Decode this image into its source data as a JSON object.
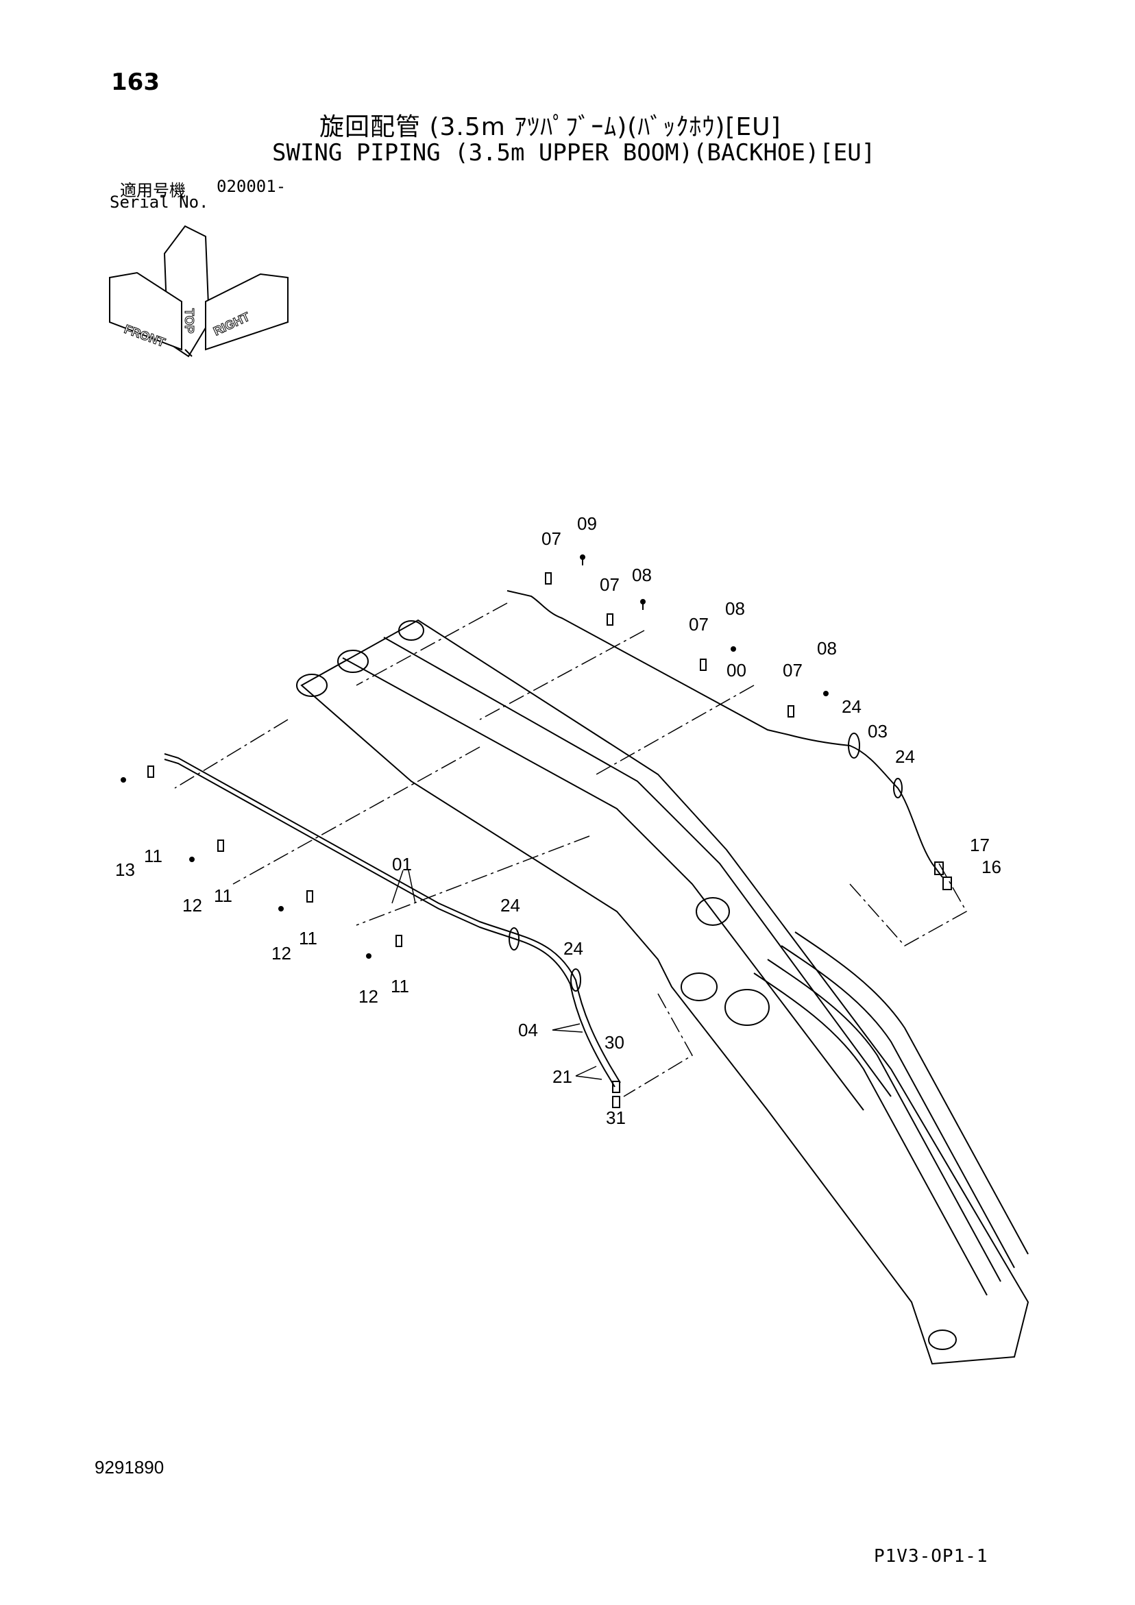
{
  "page_number": "163",
  "title_jp": "旋回配管 (3.5m ｱﾂﾊﾟﾌﾞｰﾑ)(ﾊﾞｯｸﾎｳ)[EU]",
  "title_en": "SWING PIPING (3.5m UPPER BOOM)(BACKHOE)[EU]",
  "serial": {
    "label_jp": "適用号機",
    "range": "020001-",
    "label_en": "Serial No."
  },
  "orientation": {
    "top": "TOP",
    "front": "FRONT",
    "right": "RIGHT"
  },
  "callouts": {
    "c09": "09",
    "c07a": "07",
    "c07b": "07",
    "c08a": "08",
    "c08b": "08",
    "c07c": "07",
    "c08c": "08",
    "c00": "00",
    "c07d": "07",
    "c24a": "24",
    "c03": "03",
    "c24b": "24",
    "c17": "17",
    "c16": "16",
    "c13": "13",
    "c11a": "11",
    "c12a": "12",
    "c11b": "11",
    "c01": "01",
    "c12b": "12",
    "c11c": "11",
    "c24c": "24",
    "c24d": "24",
    "c12c": "12",
    "c11d": "11",
    "c04": "04",
    "c30": "30",
    "c21": "21",
    "c31": "31"
  },
  "drawing_number": "9291890",
  "sheet_code": "P1V3-OP1-1"
}
